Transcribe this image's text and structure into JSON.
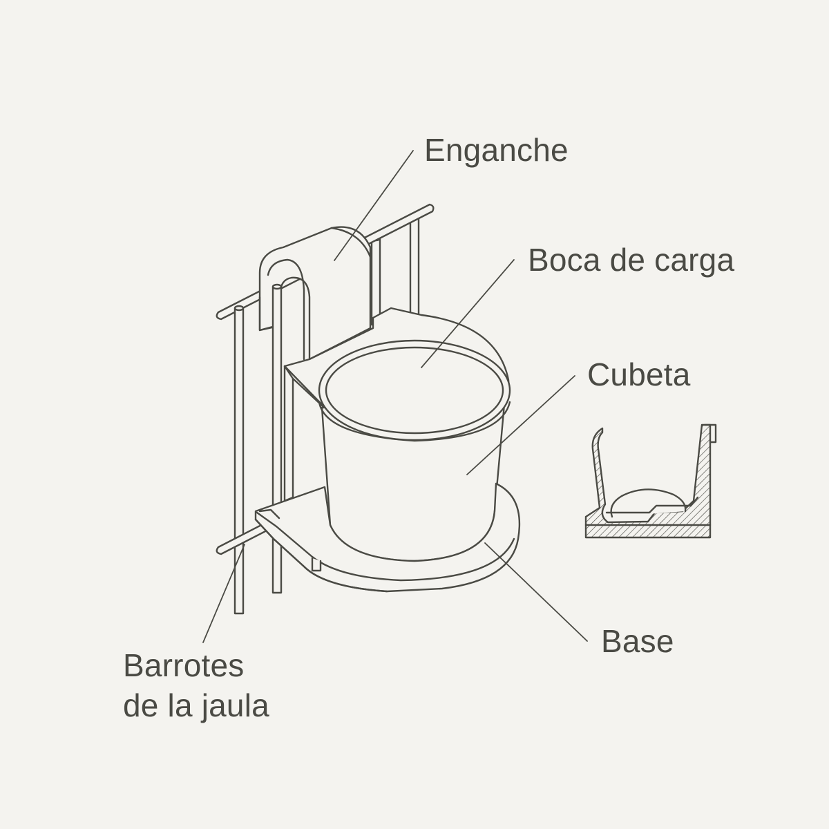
{
  "labels": {
    "enganche": "Enganche",
    "boca_de_carga": "Boca de carga",
    "cubeta": "Cubeta",
    "base": "Base",
    "barrotes_line1": "Barrotes",
    "barrotes_line2": "de la jaula"
  },
  "colors": {
    "background": "#f4f3ef",
    "stroke": "#4a4a44",
    "fill": "#f4f3ef"
  }
}
